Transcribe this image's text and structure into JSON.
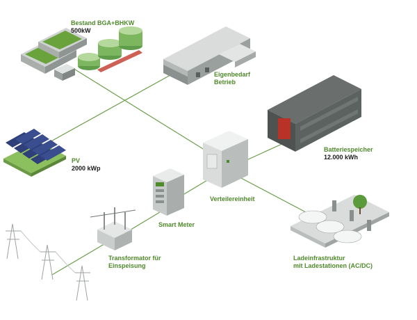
{
  "colors": {
    "label_green": "#4f8a2b",
    "line_green": "#6a9e4a",
    "value_black": "#1a1a1a"
  },
  "nodes": {
    "bga": {
      "title": "Bestand BGA+BHKW",
      "value": "500kW"
    },
    "eigenbedarf": {
      "title": "Eigenbedarf",
      "value": "Betrieb"
    },
    "pv": {
      "title": "PV",
      "value": "2000 kWp"
    },
    "batterie": {
      "title": "Batteriespeicher",
      "value": "12.000 kWh"
    },
    "verteiler": {
      "title": "Verteilereinheit"
    },
    "smart_meter": {
      "title": "Smart Meter"
    },
    "transformator": {
      "title": "Transformator für",
      "value": "Einspeisung"
    },
    "ladeinfrastruktur": {
      "title": "Ladeinfrastruktur",
      "value": "mit Ladestationen (AC/DC)"
    }
  }
}
